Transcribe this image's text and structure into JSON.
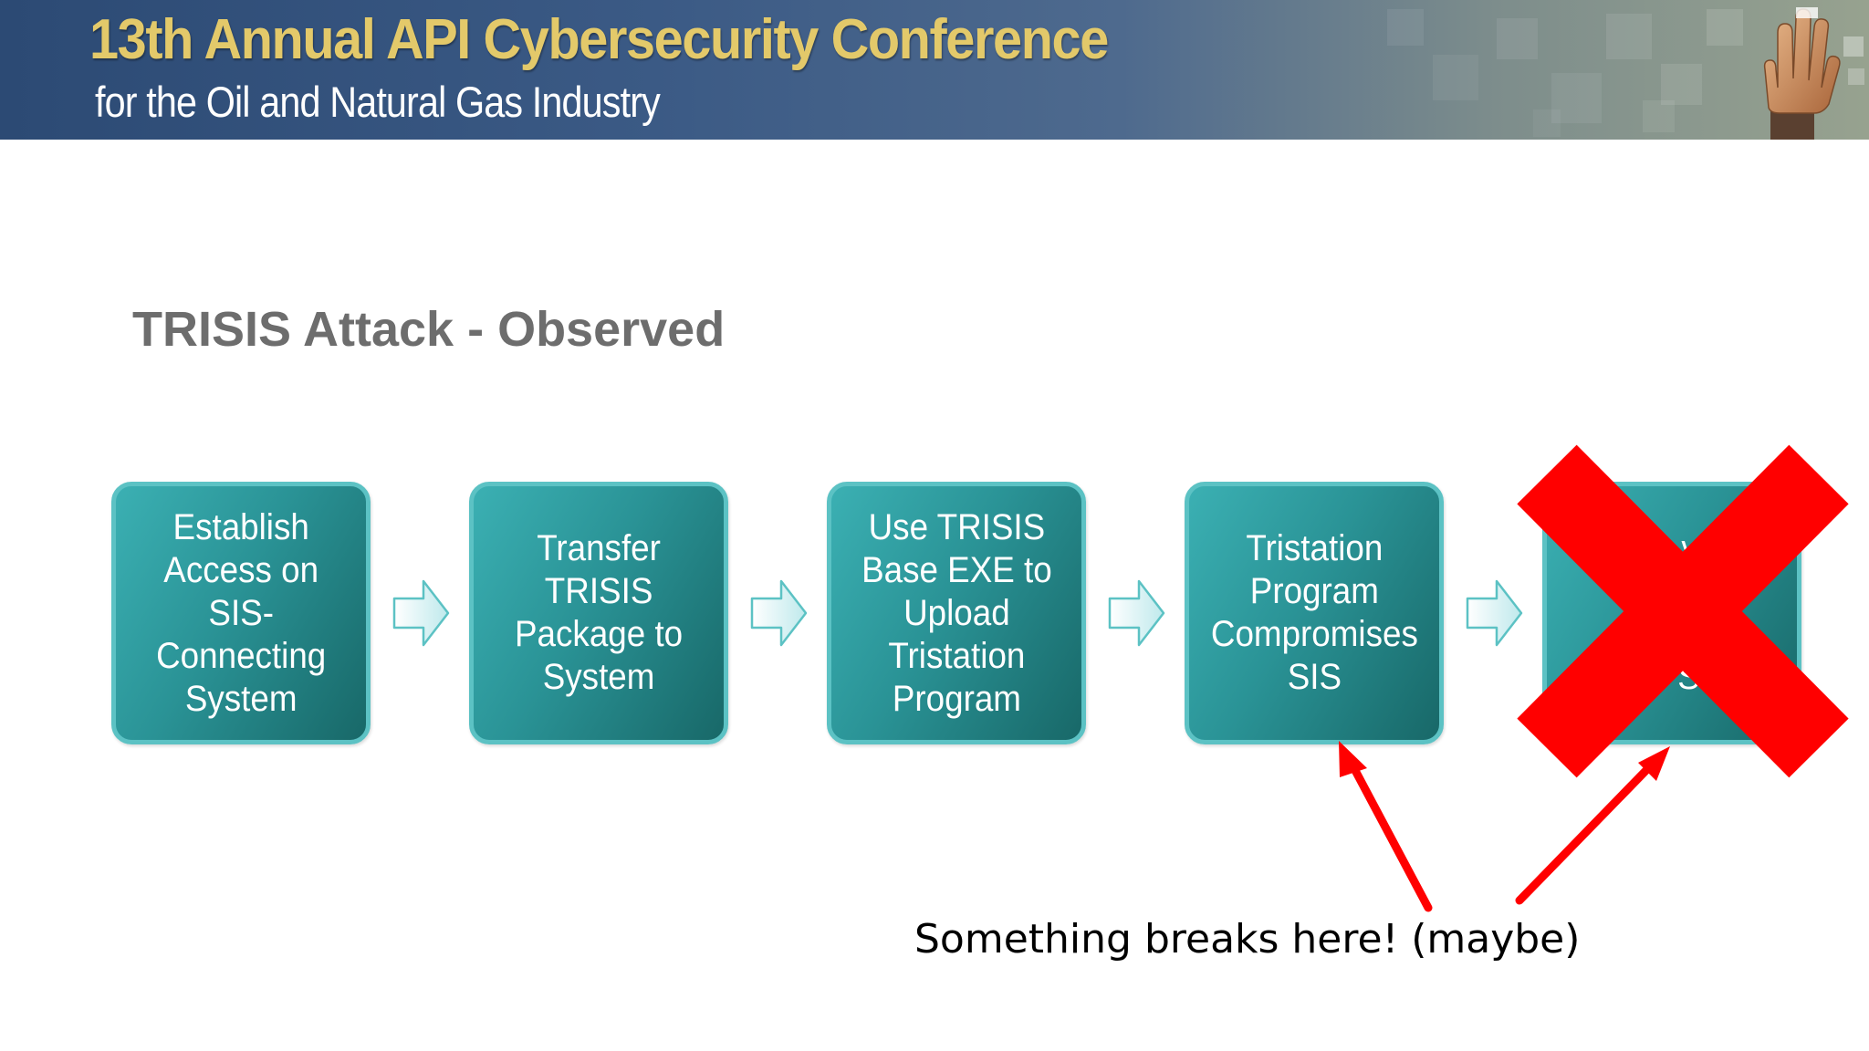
{
  "header": {
    "title": "13th Annual API Cybersecurity Conference",
    "subtitle": "for the Oil and Natural Gas Industry",
    "colors": {
      "background": "#2c4a74",
      "title": "#e3c96a",
      "subtitle": "#ffffff"
    },
    "decoration_icon": "raised-hand-icon"
  },
  "slide": {
    "title": "TRISIS Attack - Observed"
  },
  "process": {
    "steps": [
      {
        "label": "Establish\nAccess on\nSIS-\nConnecting\nSystem"
      },
      {
        "label": "Transfer\nTRISIS\nPackage to\nSystem"
      },
      {
        "label": "Use TRISIS\nBase EXE to\nUpload\nTristation\nProgram"
      },
      {
        "label": "Tristation\nProgram\nCompromises\nSIS"
      },
      {
        "label": "       ver\n\n\n       SIS",
        "crossed_out": true
      }
    ],
    "colors": {
      "box_fill": "#2a9396",
      "box_border": "#5cc2c4",
      "arrow_fill": "#dff4f6",
      "arrow_stroke": "#5cc2c4"
    }
  },
  "annotations": {
    "note": "Something breaks here! (maybe)",
    "cross_icon": "red-x-icon",
    "pointer_icon": "red-arrow-icon",
    "color": "#ff0000"
  }
}
